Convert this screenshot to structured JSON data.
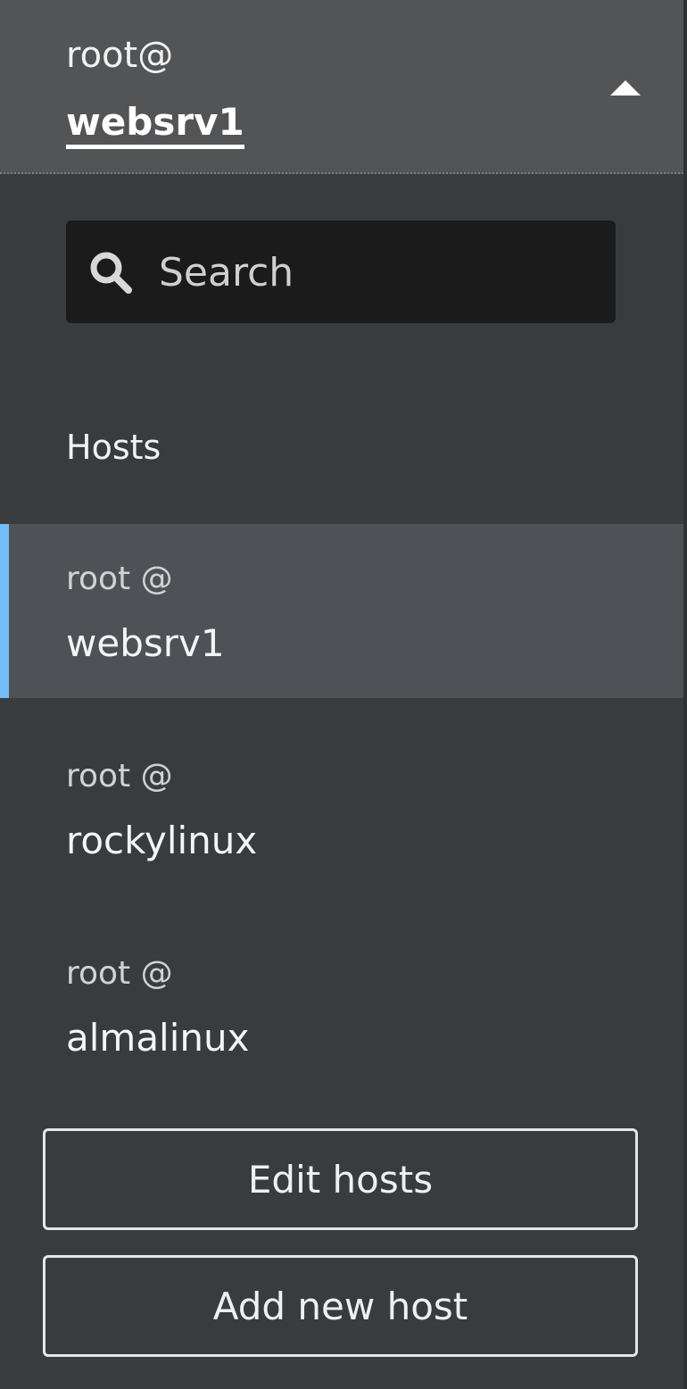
{
  "header": {
    "user": "root@",
    "host": "websrv1"
  },
  "search": {
    "placeholder": "Search",
    "icon": "search-icon"
  },
  "hosts_section": {
    "title": "Hosts",
    "items": [
      {
        "user": "root @",
        "name": "websrv1",
        "active": true
      },
      {
        "user": "root @",
        "name": "rockylinux",
        "active": false
      },
      {
        "user": "root @",
        "name": "almalinux",
        "active": false
      }
    ]
  },
  "actions": {
    "edit_label": "Edit hosts",
    "add_label": "Add new host"
  },
  "colors": {
    "accent": "#73bcf7",
    "panel_bg": "#393c3f",
    "header_bg": "#535456",
    "search_bg": "#1b1b1b"
  }
}
